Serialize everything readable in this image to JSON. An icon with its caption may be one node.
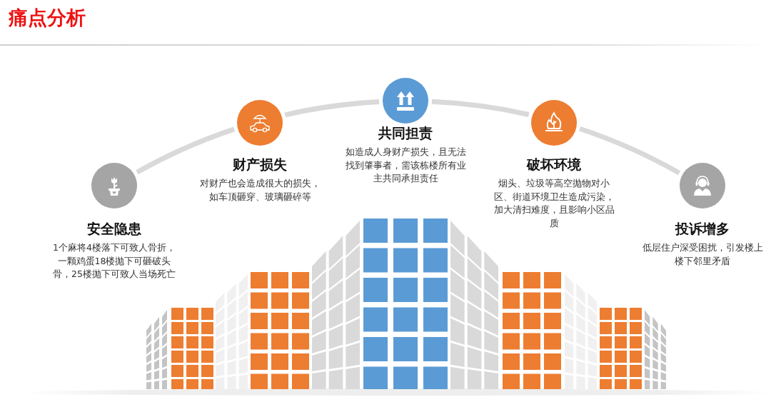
{
  "diagram": {
    "title": "痛点分析",
    "nodes": [
      {
        "text": [
          "安全隐患",
          "1个麻将4楼落下可致人骨折，一颗鸡蛋18楼抛下可砸破头骨，25楼抛下可致人当场死亡"
        ]
      },
      {
        "text": [
          "财产损失",
          "对财产也会造成很大的损失，如车顶砸穿、玻璃砸碎等"
        ]
      },
      {
        "text": [
          "共同担责",
          "如造成人身财产损失，且无法找到肇事者，需该栋楼所有业主共同承担责任"
        ]
      },
      {
        "text": [
          "破坏环境",
          "烟头、垃圾等高空抛物对小区、街道环境卫生造成污染，加大清扫难度，且影响小区品质"
        ]
      },
      {
        "text": [
          "投诉增多",
          "低层住户深受困扰，引发楼上楼下邻里矛盾"
        ]
      }
    ],
    "edges": [
      {
        "from": 0,
        "to": 1,
        "arrow": "none"
      },
      {
        "from": 1,
        "to": 2,
        "arrow": "none"
      },
      {
        "from": 2,
        "to": 3,
        "arrow": "none"
      },
      {
        "from": 3,
        "to": 4,
        "arrow": "none"
      }
    ]
  }
}
